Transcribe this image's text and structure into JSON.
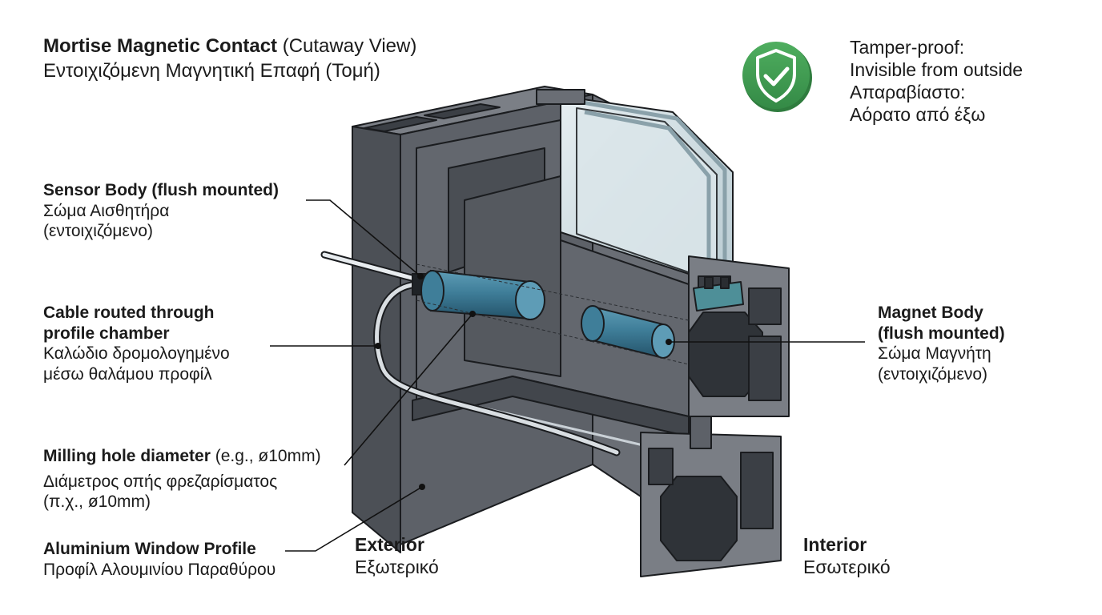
{
  "title": {
    "en_bold": "Mortise Magnetic Contact",
    "en_rest": "(Cutaway View)",
    "gr": "Εντοιχιζόμενη Μαγνητική Επαφή (Τομή)"
  },
  "badge": {
    "icon": "shield-check-icon",
    "color": "#3f9a52",
    "en_1": "Tamper-proof:",
    "en_2": "Invisible from outside",
    "gr_1": "Απαραβίαστο:",
    "gr_2": "Αόρατο από έξω"
  },
  "labels": {
    "sensor": {
      "en": "Sensor Body (flush mounted)",
      "gr_1": "Σώμα Αισθητήρα",
      "gr_2": "(εντοιχιζόμενο)"
    },
    "cable": {
      "en_1": "Cable routed through",
      "en_2": "profile chamber",
      "gr_1": "Καλώδιο δρομολογημένο",
      "gr_2": "μέσω θαλάμου προφίλ"
    },
    "milling": {
      "en_bold": "Milling hole diameter",
      "en_rest": "(e.g., ø10mm)",
      "gr_1": "Διάμετρος οπής φρεζαρίσματος",
      "gr_2": "(π.χ., ø10mm)"
    },
    "profile": {
      "en": "Aluminium Window Profile",
      "gr": "Προφίλ Αλουμινίου Παραθύρου"
    },
    "magnet": {
      "en_1": "Magnet Body",
      "en_2": "(flush mounted)",
      "gr_1": "Σώμα Μαγνήτη",
      "gr_2": "(εντοιχιζόμενο)"
    },
    "exterior": {
      "en": "Exterior",
      "gr": "Εξωτερικό"
    },
    "interior": {
      "en": "Interior",
      "gr": "Εσωτερικό"
    }
  },
  "colors": {
    "profile_face": "#5d6168",
    "profile_top": "#777b82",
    "profile_dark": "#3e4248",
    "cylinder": "#3f7e99",
    "glass": "#c9d7dd",
    "gasket": "#4e8f98"
  }
}
